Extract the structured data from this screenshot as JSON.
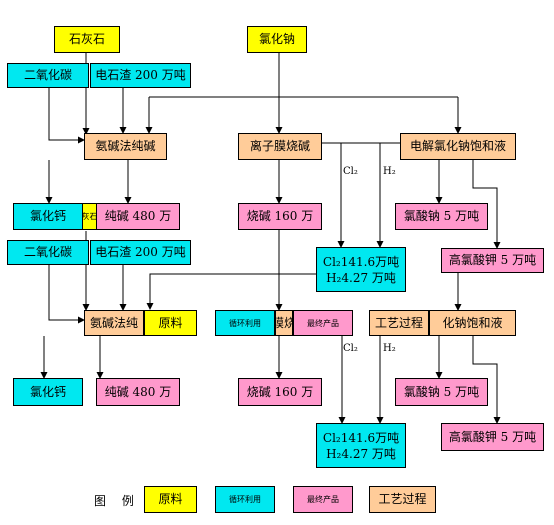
{
  "upper": {
    "limestone": "石灰石",
    "nacl": "氯化钠",
    "co2": "二氧化碳",
    "slag": "电石渣 200 万吨",
    "ammonia_soda": "氨碱法纯碱",
    "membrane": "离子膜烧碱",
    "electrolysis": "电解氯化钠饱和液",
    "cl2_label": "Cl₂",
    "h2_label": "H₂",
    "cacl2": "氯化钙",
    "cacl2_overlap": "灰石",
    "soda_ash": "纯碱 480 万",
    "caustic": "烧碱 160 万",
    "sodium_chlorate": "氯酸钠 5 万吨",
    "cl2_out": "Cl₂141.6万吨",
    "h2_out": "H₂4.27 万吨",
    "kclo4": "高氯酸钾 5 万吨"
  },
  "lower": {
    "co2": "二氧化碳",
    "slag": "电石渣 200 万吨",
    "ammonia_soda": "氨碱法纯",
    "raw_tag": "原料",
    "recycle_tag": "循环利用",
    "membrane_frag": "膜烧",
    "final_tag": "最终产品",
    "process_tag": "工艺过程",
    "electrolysis_frag": "化钠饱和液",
    "cl2_label": "Cl₂",
    "h2_label": "H₂",
    "cacl2": "氯化钙",
    "soda_ash": "纯碱 480 万",
    "caustic": "烧碱 160 万",
    "sodium_chlorate": "氯酸钠 5 万吨",
    "cl2_out": "Cl₂141.6万吨",
    "h2_out": "H₂4.27 万吨",
    "kclo4": "高氯酸钾 5 万吨"
  },
  "legend": {
    "title": "图 例",
    "raw": "原料",
    "recycle": "循环利用",
    "final": "最终产品",
    "process": "工艺过程"
  },
  "colors": {
    "raw": "#ffff00",
    "recycle": "#00e8f0",
    "final": "#ff99cc",
    "process": "#ffcc99"
  }
}
